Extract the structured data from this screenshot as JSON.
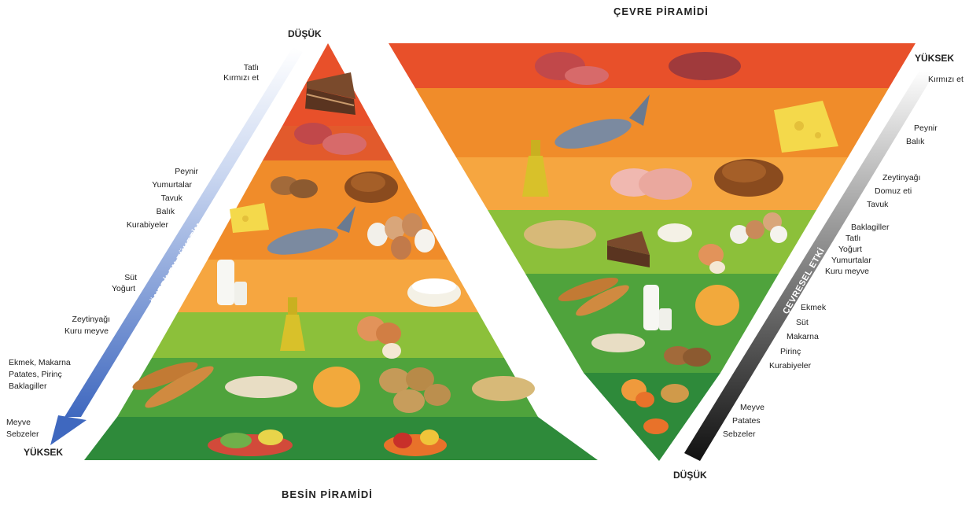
{
  "titles": {
    "left": "BESİN PİRAMİDİ",
    "right": "ÇEVRE PİRAMİDİ"
  },
  "left_pyramid": {
    "top_label": "DÜŞÜK",
    "bottom_label": "YÜKSEK",
    "arrow_label": "ÖNERİLEN TÜKETİM",
    "groups": [
      [
        "Tatlı",
        "Kırmızı et"
      ],
      [
        "Peynir",
        "Yumurtalar",
        "Tavuk",
        "Balık",
        "Kurabiyeler"
      ],
      [
        "Süt",
        "Yoğurt"
      ],
      [
        "Zeytinyağı",
        "Kuru meyve"
      ],
      [
        "Ekmek, Makarna",
        "Patates, Pirinç",
        "Baklagiller"
      ],
      [
        "Meyve",
        "Sebzeler"
      ]
    ]
  },
  "right_pyramid": {
    "top_label": "YÜKSEK",
    "bottom_label": "DÜŞÜK",
    "arrow_label": "ÇEVRESEL ETKİ",
    "groups": [
      [
        "Kırmızı et"
      ],
      [
        "Peynir",
        "Balık"
      ],
      [
        "Zeytinyağı",
        "Domuz eti",
        "Tavuk"
      ],
      [
        "Baklagiller",
        "Tatlı",
        "Yoğurt",
        "Yumurtalar",
        "Kuru meyve"
      ],
      [
        "Ekmek",
        "Süt",
        "Makarna",
        "Pirinç",
        "Kurabiyeler"
      ],
      [
        "Meyve",
        "Patates",
        "Sebzeler"
      ]
    ]
  },
  "colors": {
    "band_red": "#e8502a",
    "band_orange": "#f08c2a",
    "band_light_orange": "#f6a640",
    "band_light_green": "#8cc03a",
    "band_green": "#4fa33c",
    "band_dark_green": "#2e8a3a",
    "arrow_blue": "#4a72c4",
    "arrow_black": "#1a1a1a"
  }
}
